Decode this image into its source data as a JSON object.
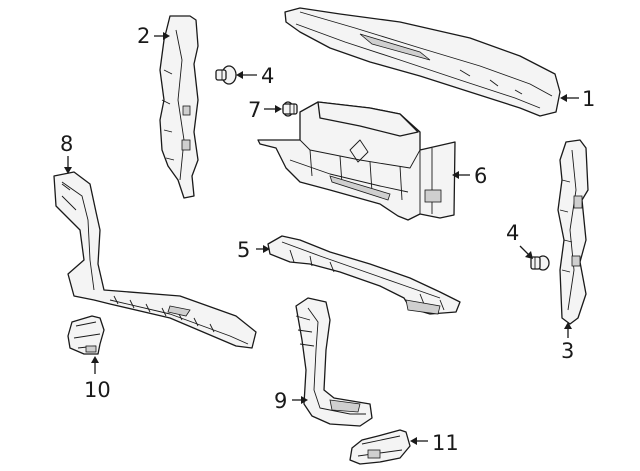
{
  "callouts": [
    {
      "id": "1",
      "label": "1"
    },
    {
      "id": "2",
      "label": "2"
    },
    {
      "id": "3",
      "label": "3"
    },
    {
      "id": "4a",
      "label": "4"
    },
    {
      "id": "4b",
      "label": "4"
    },
    {
      "id": "5",
      "label": "5"
    },
    {
      "id": "6",
      "label": "6"
    },
    {
      "id": "7",
      "label": "7"
    },
    {
      "id": "8",
      "label": "8"
    },
    {
      "id": "9",
      "label": "9"
    },
    {
      "id": "10",
      "label": "10"
    },
    {
      "id": "11",
      "label": "11"
    }
  ],
  "colors": {
    "line": "#1a1a1a",
    "fill": "#f4f4f4",
    "background": "#ffffff"
  }
}
